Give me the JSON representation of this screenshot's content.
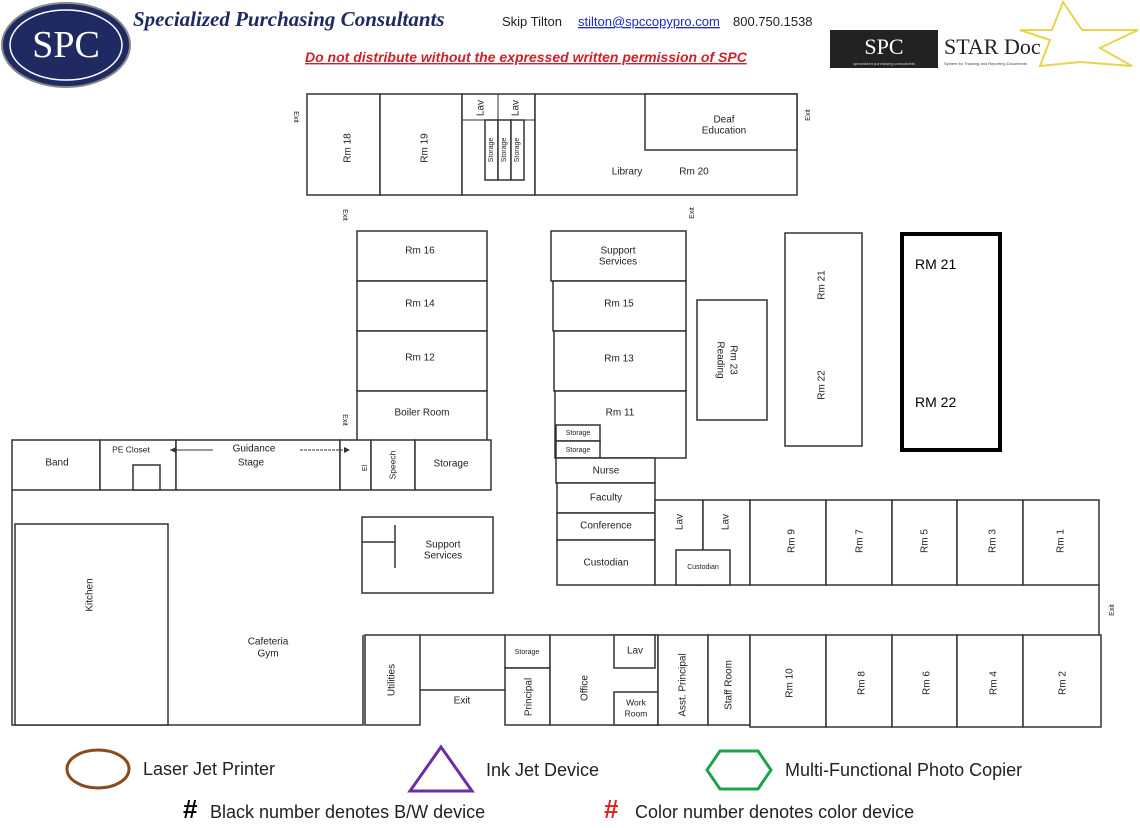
{
  "header": {
    "logo_text": "SPC",
    "company": "Specialized Purchasing Consultants",
    "contact_name": "Skip Tilton",
    "email": "stilton@spccopypro.com",
    "phone": "800.750.1538",
    "warning": "Do not distribute without the expressed written permission of SPC",
    "star_logo_left": "SPC",
    "star_logo_right": "STAR Doc",
    "star_logo_sub_left": "specialized purchasing consultants",
    "star_logo_sub_right": "System for Tracking and Reporting Documents"
  },
  "rooms": {
    "rm18": "Rm 18",
    "rm19": "Rm 19",
    "lav": "Lav",
    "storage": "Storage",
    "deaf_ed_1": "Deaf",
    "deaf_ed_2": "Education",
    "library": "Library",
    "rm20": "Rm 20",
    "exit": "Exit",
    "rm16": "Rm 16",
    "rm14": "Rm 14",
    "rm12": "Rm 12",
    "boiler": "Boiler Room",
    "support_1": "Support",
    "support_2": "Services",
    "rm15": "Rm 15",
    "rm13": "Rm 13",
    "rm11": "Rm 11",
    "reading_1": "Reading",
    "reading_2": "Rm 23",
    "rm21": "Rm 21",
    "rm22": "Rm 22",
    "nurse": "Nurse",
    "faculty": "Faculty",
    "conference": "Conference",
    "custodian": "Custodian",
    "band": "Band",
    "pe_closet": "PE Closet",
    "guidance": "Guidance",
    "stage": "Stage",
    "el": "El",
    "speech": "Speech",
    "kitchen": "Kitchen",
    "cafeteria": "Cafeteria",
    "gym": "Gym",
    "utilities": "Utilities",
    "principal": "Principal",
    "office": "Office",
    "work_1": "Work",
    "work_2": "Room",
    "asst_principal": "Asst. Principal",
    "staff_room": "Staff Room",
    "rm9": "Rm 9",
    "rm7": "Rm 7",
    "rm5": "Rm 5",
    "rm3": "Rm 3",
    "rm1": "Rm 1",
    "rm10": "Rm 10",
    "rm8": "Rm 8",
    "rm6": "Rm 6",
    "rm4": "Rm 4",
    "rm2": "Rm 2"
  },
  "annotation": {
    "rm21": "RM 21",
    "rm22": "RM 22"
  },
  "legend": {
    "laser": "Laser Jet Printer",
    "inkjet": "Ink Jet Device",
    "mfp": "Multi-Functional Photo Copier",
    "hash": "#",
    "bw": "Black number denotes B/W device",
    "color": "Color number denotes color device",
    "colors": {
      "laser": "#8b4a1c",
      "inkjet": "#6a2fa0",
      "mfp": "#1fa34a",
      "color_hash": "#e0201b"
    }
  }
}
